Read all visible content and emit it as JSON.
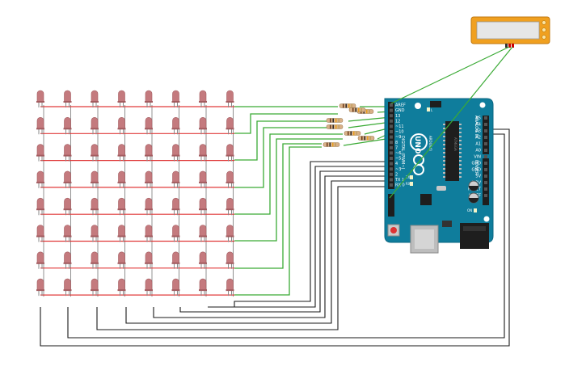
{
  "circuit": {
    "led_matrix": {
      "rows": 8,
      "cols": 8
    },
    "colors": {
      "led_body": "#c47a7e",
      "led_dark": "#a35c60",
      "row_wire": "#e03a3a",
      "column_wire": "#909090",
      "signal_wire": "#3aaa35",
      "ground_wire": "#1a1a1a",
      "board": "#0f7d9c",
      "display_frame": "#f0a020",
      "display_screen": "#e8e8e8",
      "resistor": "#d8b088"
    },
    "resistor_count": 8,
    "lcd": {
      "pins": 3
    },
    "board": {
      "logo": "UNO",
      "brand": "ARDUINO",
      "digital_header": "DIGITAL (PWM~)",
      "analog_header": "ANALOG IN",
      "power_header": "POWER",
      "left_pins": [
        "AREF",
        "GND",
        "13",
        "12",
        "~11",
        "~10",
        "~9",
        "8",
        "7",
        "~6",
        "~5",
        "4",
        "~3",
        "2",
        "TX 1",
        "RX 0"
      ],
      "right_pins": [
        "A5",
        "A4",
        "A3",
        "A2",
        "A1",
        "A0",
        "VIN",
        "GND",
        "GND",
        "5V",
        "3.3V",
        "RESET",
        "IOREF"
      ],
      "chip_text": "ATMEGA",
      "tx_label": "TX",
      "rx_label": "RX",
      "l_label": "L",
      "on_label": "ON"
    }
  }
}
